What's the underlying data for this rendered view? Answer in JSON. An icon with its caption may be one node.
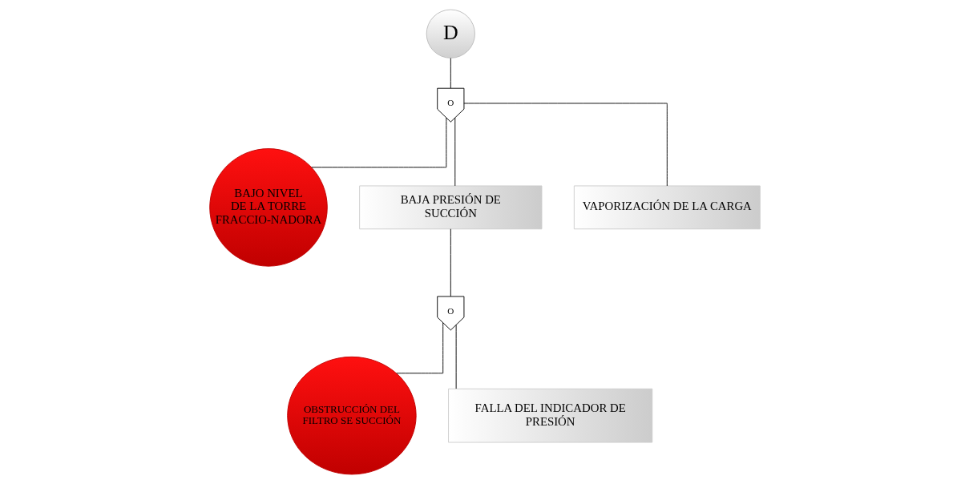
{
  "diagram": {
    "nodes": [
      {
        "text": [
          "D"
        ]
      },
      {
        "text": [
          "O"
        ]
      },
      {
        "text": [
          "BAJO NIVEL DE LA TORRE FRACCIO-NADORA"
        ]
      },
      {
        "text": [
          "BAJA PRESIÓN DE SUCCIÓN"
        ]
      },
      {
        "text": [
          "VAPORIZACIÓN DE LA CARGA"
        ]
      },
      {
        "text": [
          "O"
        ]
      },
      {
        "text": [
          "OBSTRUCCIÓN DEL FILTRO SE SUCCIÓN"
        ]
      },
      {
        "text": [
          "FALLA DEL INDICADOR DE PRESIÓN"
        ]
      }
    ],
    "edges": [
      {
        "from": 0,
        "to": 1,
        "arrow": "none"
      },
      {
        "from": 1,
        "to": 2,
        "arrow": "none"
      },
      {
        "from": 1,
        "to": 3,
        "arrow": "none"
      },
      {
        "from": 1,
        "to": 4,
        "arrow": "none"
      },
      {
        "from": 3,
        "to": 5,
        "arrow": "none"
      },
      {
        "from": 5,
        "to": 6,
        "arrow": "none"
      },
      {
        "from": 5,
        "to": 7,
        "arrow": "none"
      }
    ]
  }
}
